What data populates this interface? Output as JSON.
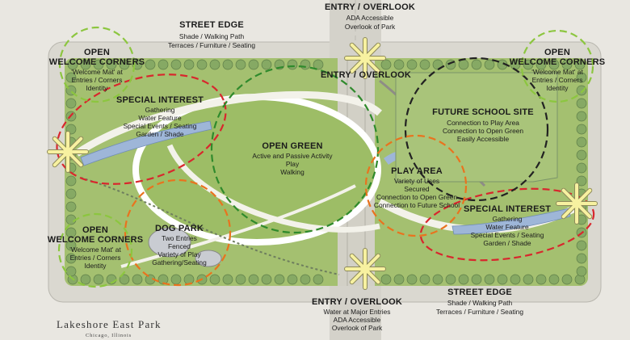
{
  "title": "Lakeshore East Park",
  "subtitle": "Chicago, Illinois",
  "labels": {
    "street_edge_top": {
      "heading": "STREET EDGE",
      "lines": [
        "Shade / Walking Path",
        "Terraces / Furniture / Seating"
      ]
    },
    "street_edge_bottom": {
      "heading": "STREET EDGE",
      "lines": [
        "Shade / Walking Path",
        "Terraces / Furniture / Seating"
      ]
    },
    "entry_top": {
      "heading": "ENTRY / OVERLOOK",
      "lines": [
        "ADA Accessible",
        "Overlook of Park"
      ]
    },
    "entry_center": {
      "heading": "ENTRY / OVERLOOK",
      "lines": []
    },
    "entry_bottom": {
      "heading": "ENTRY / OVERLOOK",
      "lines": [
        "Water at Major Entries",
        "ADA Accessible",
        "Overlook of Park"
      ]
    },
    "corner_tl": {
      "heading": [
        "OPEN",
        "WELCOME CORNERS"
      ],
      "lines": [
        "'Welcome Mat' at",
        "Entries / Corners",
        "Identity"
      ]
    },
    "corner_tr": {
      "heading": [
        "OPEN",
        "WELCOME CORNERS"
      ],
      "lines": [
        "'Welcome Mat' at",
        "Entries / Corners",
        "Identity"
      ]
    },
    "corner_bl": {
      "heading": [
        "OPEN",
        "WELCOME CORNERS"
      ],
      "lines": [
        "'Welcome Mat' at",
        "Entries / Corners",
        "Identity"
      ]
    },
    "special_left": {
      "heading": "SPECIAL INTEREST",
      "lines": [
        "Gathering",
        "Water Feature",
        "Special Events / Seating",
        "Garden / Shade"
      ]
    },
    "special_right": {
      "heading": "SPECIAL INTEREST",
      "lines": [
        "Gathering",
        "Water Feature",
        "Special Events / Seating",
        "Garden / Shade"
      ]
    },
    "open_green": {
      "heading": "OPEN GREEN",
      "lines": [
        "Active and Passive Activity",
        "Play",
        "Walking"
      ]
    },
    "future_school": {
      "heading": "FUTURE SCHOOL SITE",
      "lines": [
        "Connection to Play Area",
        "Connection to Open Green",
        "Easily Accessible"
      ]
    },
    "play_area": {
      "heading": "PLAY AREA",
      "lines": [
        "Variety of Uses",
        "Secured",
        "Connection to Open Green",
        "Connection to Future School"
      ]
    },
    "dog_park": {
      "heading": "DOG PARK",
      "lines": [
        "Two Entries",
        "Fenced",
        "Variety of Play",
        "Gathering/Seating"
      ]
    }
  },
  "colors": {
    "lawn": "#a4c070",
    "lawn_dark": "#8fb05c",
    "path": "#f3f2ea",
    "street": "#d8d6ce",
    "water": "#9eb6d8",
    "tree": "#86a964",
    "star": "#f7f1a0",
    "zone_red": "#d8272d",
    "zone_green_dark": "#2f8a2c",
    "zone_green_light": "#8cc63f",
    "zone_orange": "#e9731e",
    "zone_black": "#222222"
  }
}
